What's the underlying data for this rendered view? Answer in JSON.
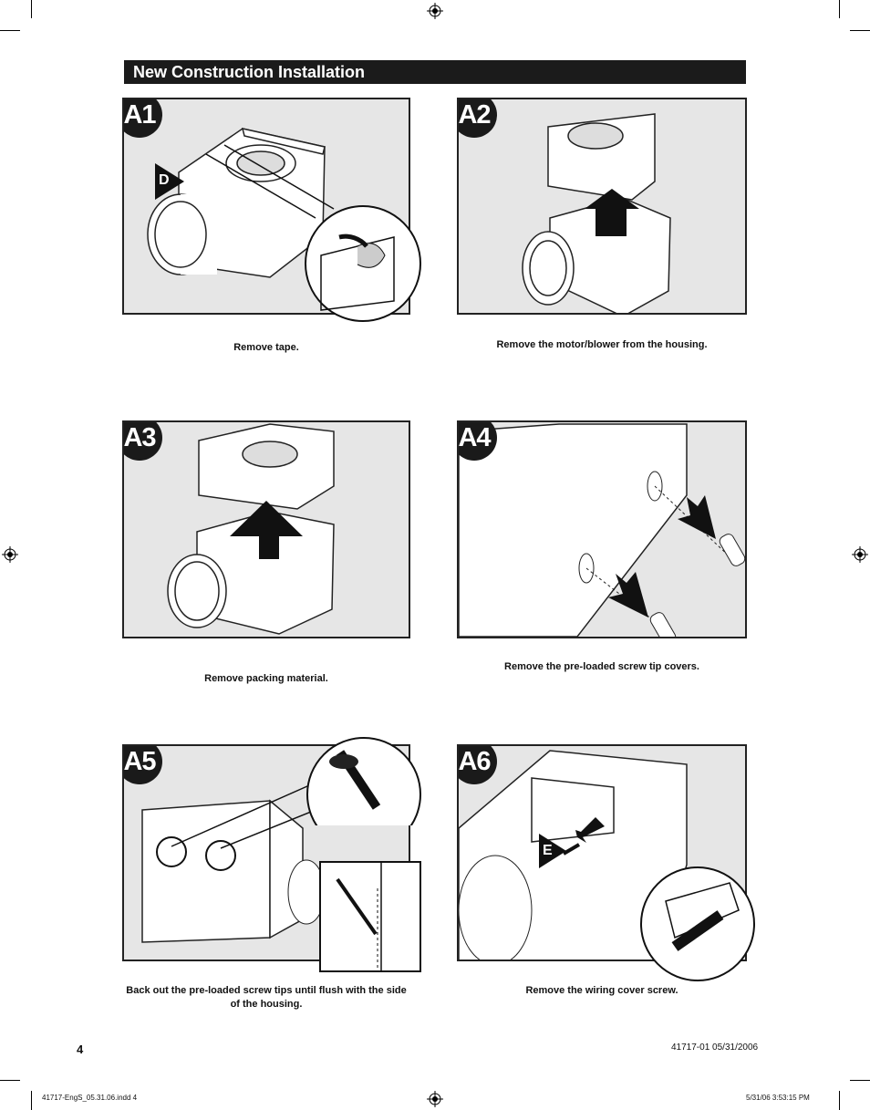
{
  "section_title": "New Construction Installation",
  "steps": [
    {
      "id": "A1",
      "caption": "Remove tape.",
      "callout": "D"
    },
    {
      "id": "A2",
      "caption": "Remove the motor/blower from the housing."
    },
    {
      "id": "A3",
      "caption": "Remove packing material."
    },
    {
      "id": "A4",
      "caption": "Remove the pre-loaded screw tip covers."
    },
    {
      "id": "A5",
      "caption": "Back out the pre-loaded screw tips until flush with the side of the housing."
    },
    {
      "id": "A6",
      "caption": "Remove the wiring cover screw.",
      "callout": "E"
    }
  ],
  "footer": {
    "page_number": "4",
    "doc_code": "41717-01  05/31/2006",
    "file_name": "41717-EngS_05.31.06.indd   4",
    "timestamp": "5/31/06   3:53:15 PM"
  }
}
